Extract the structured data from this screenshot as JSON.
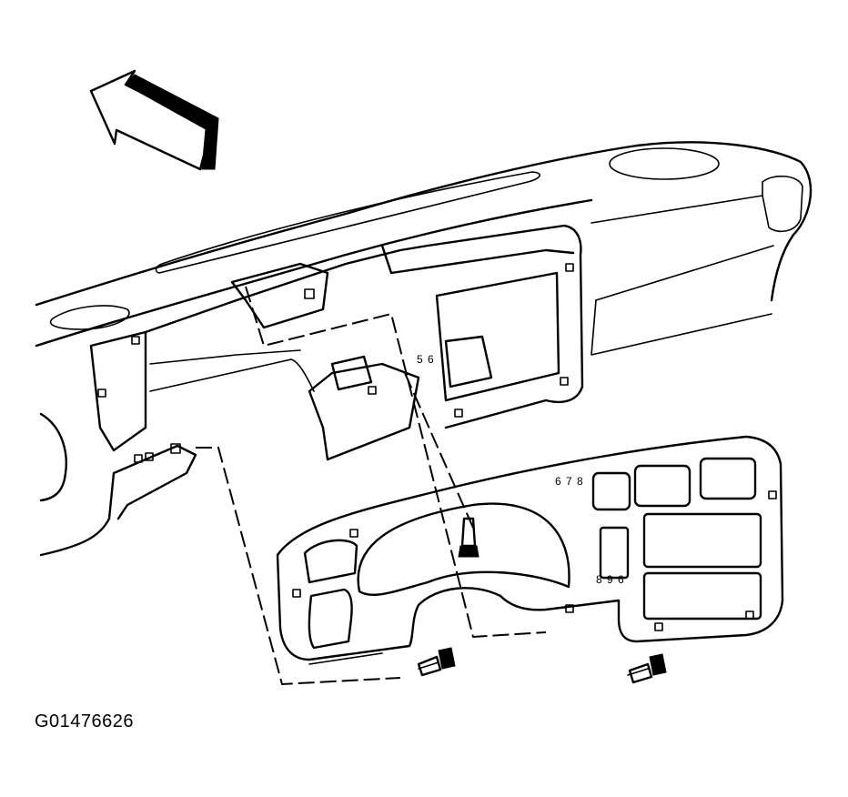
{
  "figure": {
    "code": "G01476626",
    "callout_left": "5 6",
    "callout_right": "8 9 6",
    "callout_cluster": "6 7 8"
  },
  "parts": {
    "direction_arrow": "front-direction-arrow",
    "instrument_panel": "instrument-panel-carrier",
    "cluster_bezel": "instrument-cluster-bezel",
    "fasteners": [
      "screw-upper-center",
      "screw-lower-left",
      "screw-lower-right"
    ]
  }
}
